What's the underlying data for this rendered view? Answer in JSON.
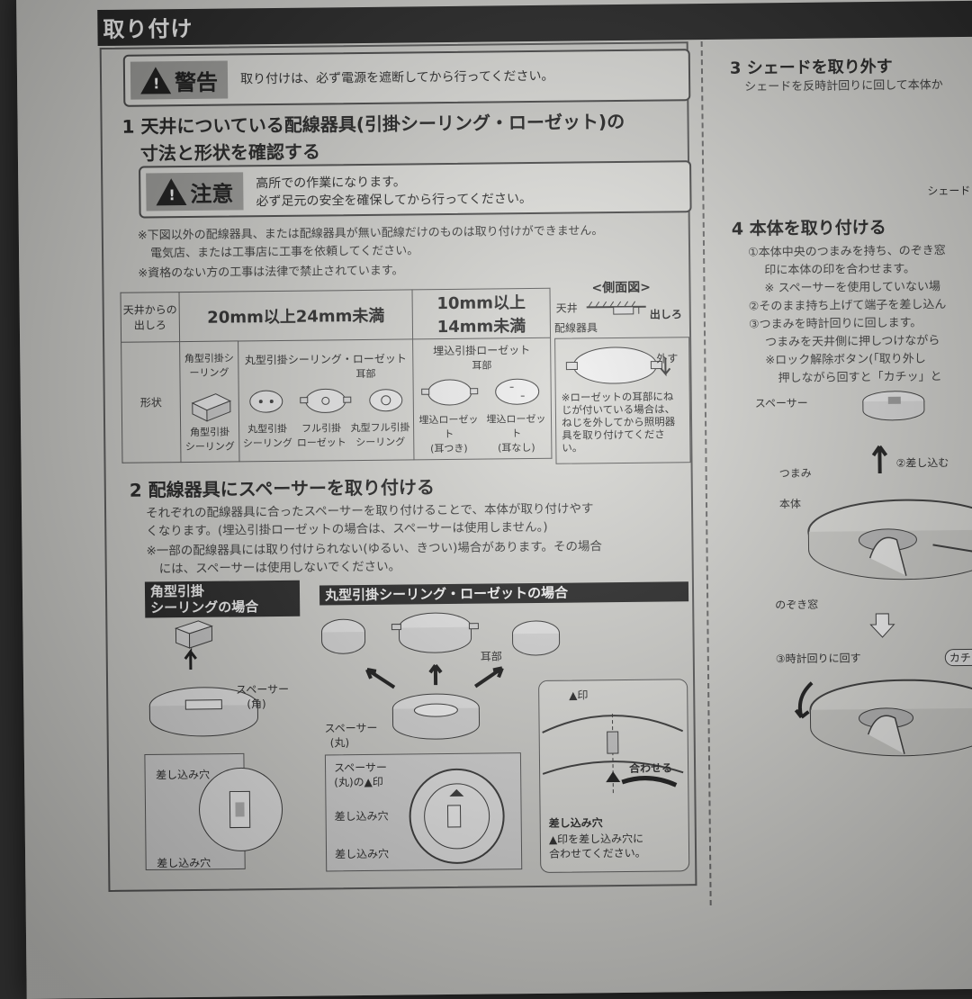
{
  "header": {
    "title": "取り付け"
  },
  "warning": {
    "badge": "警告",
    "text": "取り付けは、必ず電源を遮断してから行ってください。"
  },
  "step1": {
    "title_line1": "1 天井についている配線器具(引掛シーリング・ローゼット)の",
    "title_line2": "寸法と形状を確認する",
    "caution_badge": "注意",
    "caution_line1": "高所での作業になります。",
    "caution_line2": "必ず足元の安全を確保してから行ってください。",
    "note1a": "※下図以外の配線器具、または配線器具が無い配線だけのものは取り付けができません。",
    "note1b": "電気店、または工事店に工事を依頼してください。",
    "note2": "※資格のない方の工事は法律で禁止されています。"
  },
  "table": {
    "corner_line1": "天井からの",
    "corner_line2": "出しろ",
    "range_a": "20mm以上24mm未満",
    "range_b_line1": "10mm以上",
    "range_b_line2": "14mm未満",
    "row_label": "形状",
    "col1_head": "角型引掛シーリング",
    "col2_head": "丸型引掛シーリング・ローゼット",
    "col3_head": "埋込引掛ローゼット",
    "ear": "耳部",
    "items": [
      {
        "line1": "角型引掛",
        "line2": "シーリング"
      },
      {
        "line1": "丸型引掛",
        "line2": "シーリング"
      },
      {
        "line1": "フル引掛",
        "line2": "ローゼット"
      },
      {
        "line1": "丸型フル引掛",
        "line2": "シーリング"
      },
      {
        "line1": "埋込ローゼット",
        "line2": "(耳つき)"
      },
      {
        "line1": "埋込ローゼット",
        "line2": "(耳なし)"
      }
    ]
  },
  "side_view": {
    "title": "<側面図>",
    "ceiling": "天井",
    "outlet": "出しろ",
    "fixture": "配線器具",
    "remove": "外す",
    "note": "※ローゼットの耳部にねじが付いている場合は、ねじを外してから照明器具を取り付けてください。"
  },
  "step2": {
    "title": "2 配線器具にスペーサーを取り付ける",
    "desc1": "それぞれの配線器具に合ったスペーサーを取り付けることで、本体が取り付けやす",
    "desc2": "くなります。(埋込引掛ローゼットの場合は、スペーサーは使用しません。)",
    "note1": "※一部の配線器具には取り付けられない(ゆるい、きつい)場合があります。その場合",
    "note2": "には、スペーサーは使用しないでください。"
  },
  "panel_square": {
    "title_line1": "角型引掛",
    "title_line2": "シーリングの場合",
    "spacer": "スペーサー",
    "spacer_type": "(角)",
    "hole": "差し込み穴"
  },
  "panel_round": {
    "title": "丸型引掛シーリング・ローゼットの場合",
    "ear": "耳部",
    "spacer": "スペーサー",
    "spacer_type": "(丸)",
    "spacer_mark_line1": "スペーサー",
    "spacer_mark_line2": "(丸)の▲印",
    "hole": "差し込み穴",
    "mark": "▲印",
    "align": "合わせる",
    "instr_line1": "▲印を差し込み穴に",
    "instr_line2": "合わせてください。"
  },
  "step3": {
    "title": "3 シェードを取り外す",
    "desc": "シェードを反時計回りに回して本体か",
    "shade_label": "シェード"
  },
  "step4": {
    "title": "4 本体を取り付ける",
    "l1": "①本体中央のつまみを持ち、のぞき窓",
    "l2": "印に本体の印を合わせます。",
    "l3": "※ スペーサーを使用していない場",
    "l4": "②そのまま持ち上げて端子を差し込ん",
    "l5": "③つまみを時計回りに回します。",
    "l6": "つまみを天井側に押しつけながら",
    "l7": "※ロック解除ボタン(「取り外し",
    "l8": "押しながら回すと「カチッ」と",
    "spacer": "スペーサー",
    "insert": "②差し込む",
    "knob": "つまみ",
    "body": "本体",
    "window": "のぞき窓",
    "rotate": "③時計回りに回す",
    "click": "カチッ"
  }
}
